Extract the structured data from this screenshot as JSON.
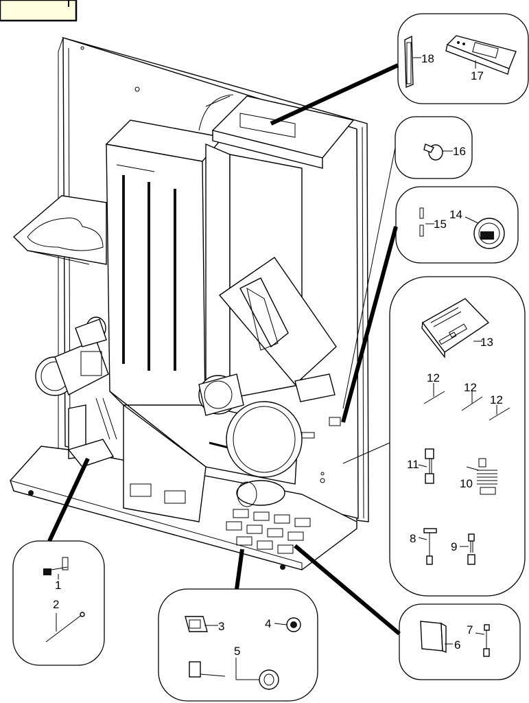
{
  "header": {
    "title_box": ""
  },
  "parts": [
    {
      "id": "1",
      "label": "1"
    },
    {
      "id": "2",
      "label": "2"
    },
    {
      "id": "3",
      "label": "3"
    },
    {
      "id": "4",
      "label": "4"
    },
    {
      "id": "5",
      "label": "5"
    },
    {
      "id": "6",
      "label": "6"
    },
    {
      "id": "7",
      "label": "7"
    },
    {
      "id": "8",
      "label": "8"
    },
    {
      "id": "9",
      "label": "9"
    },
    {
      "id": "10",
      "label": "10"
    },
    {
      "id": "11",
      "label": "11"
    },
    {
      "id": "12a",
      "label": "12"
    },
    {
      "id": "12b",
      "label": "12"
    },
    {
      "id": "12c",
      "label": "12"
    },
    {
      "id": "13",
      "label": "13"
    },
    {
      "id": "14",
      "label": "14"
    },
    {
      "id": "15",
      "label": "15"
    },
    {
      "id": "16",
      "label": "16"
    },
    {
      "id": "17",
      "label": "17"
    },
    {
      "id": "18",
      "label": "18"
    }
  ],
  "colors": {
    "title_box_fill": "#ffffe0",
    "stroke": "#000000"
  }
}
